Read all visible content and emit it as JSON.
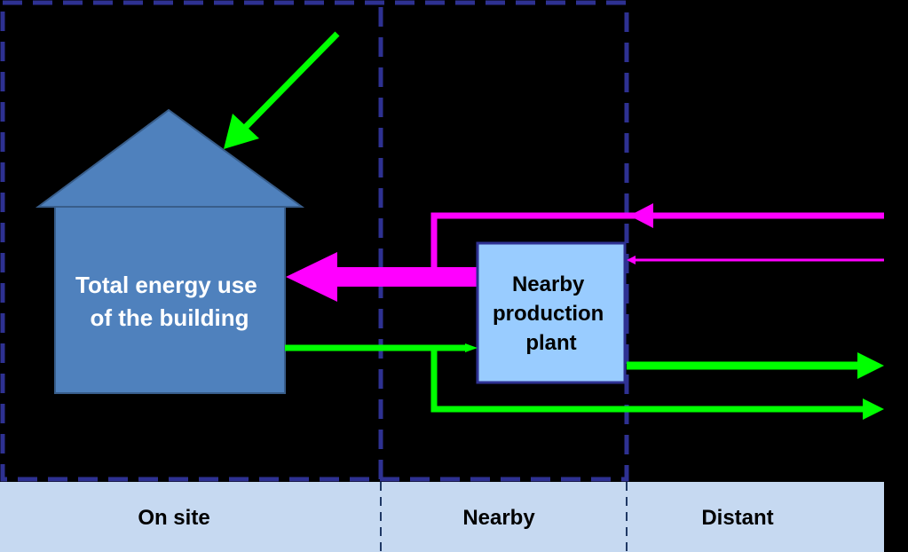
{
  "building": {
    "label_lines": [
      "Total energy use",
      "of the building"
    ],
    "roof_color": "#4F81BD",
    "body_color": "#4F81BD",
    "text_color": "#FFFFFF"
  },
  "plant": {
    "label_lines": [
      "Nearby",
      "production",
      "plant"
    ],
    "fill_color": "#99CCFF",
    "text_color": "#000000"
  },
  "zones": [
    {
      "label": "On site"
    },
    {
      "label": "Nearby"
    },
    {
      "label": "Distant"
    }
  ],
  "colors": {
    "background": "#000000",
    "zone_bar": "#C6D9F1",
    "boundary_dash": "#2E3192",
    "export_arrow": "#00FF00",
    "import_arrow": "#FF00FF",
    "zone_text": "#000000"
  }
}
